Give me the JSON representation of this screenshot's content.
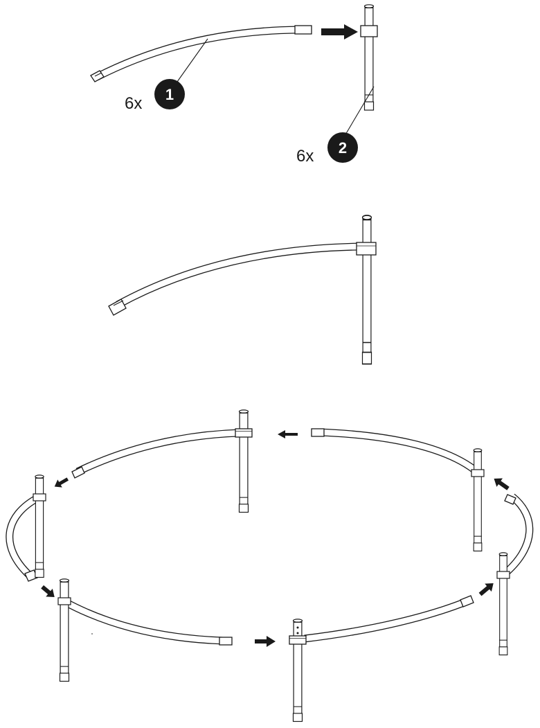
{
  "callouts": [
    {
      "quantity": "6x",
      "number": "1"
    },
    {
      "quantity": "6x",
      "number": "2"
    }
  ],
  "colors": {
    "line": "#1a1a1a",
    "fill": "#ffffff",
    "badge": "#1a1a1a"
  }
}
